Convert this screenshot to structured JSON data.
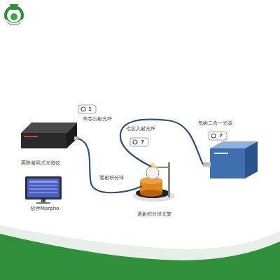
{
  "diagram": {
    "labels": [
      "单芯出射光纤",
      "1",
      "七芯入射光纤",
      "7",
      "氘卤二合一光源",
      "7",
      "面阵背照式光谱仪",
      "软件Morpho",
      "透射积分球",
      "透射积分球支架"
    ]
  }
}
